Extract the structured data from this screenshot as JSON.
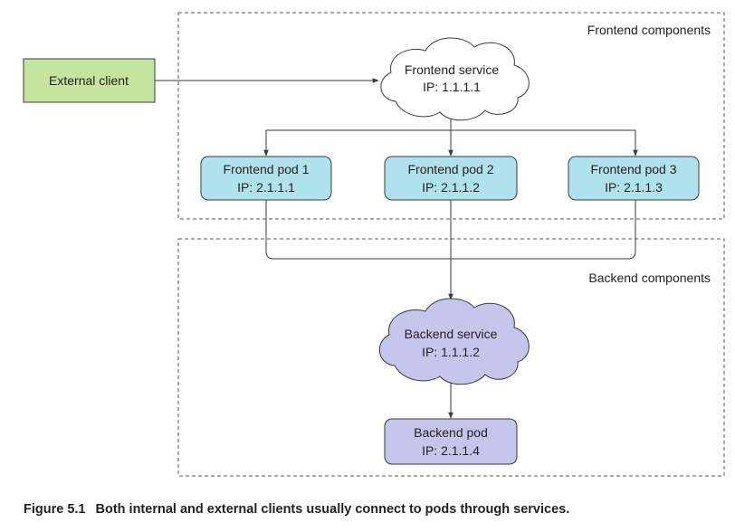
{
  "groups": {
    "frontend_label": "Frontend components",
    "backend_label": "Backend components"
  },
  "external_client": {
    "label": "External client"
  },
  "frontend_service": {
    "name": "Frontend service",
    "ip": "IP: 1.1.1.1"
  },
  "frontend_pods": [
    {
      "name": "Frontend pod 1",
      "ip": "IP: 2.1.1.1"
    },
    {
      "name": "Frontend pod 2",
      "ip": "IP: 2.1.1.2"
    },
    {
      "name": "Frontend pod 3",
      "ip": "IP: 2.1.1.3"
    }
  ],
  "backend_service": {
    "name": "Backend service",
    "ip": "IP: 1.1.1.2"
  },
  "backend_pod": {
    "name": "Backend pod",
    "ip": "IP: 2.1.1.4"
  },
  "caption": {
    "number": "Figure 5.1",
    "text": "Both internal and external clients usually connect to pods through services."
  },
  "colors": {
    "external_client_fill": "#c5e4a0",
    "frontend_pod_fill": "#b0e2ed",
    "backend_fill": "#c4c6ec",
    "stroke": "#3a3a3a",
    "text": "#231f20"
  }
}
